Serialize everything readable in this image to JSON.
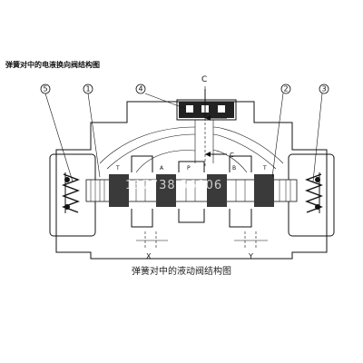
{
  "header": {
    "title": "弹簧对中的电液换向阀结构图"
  },
  "diagram": {
    "callouts": [
      "5",
      "1",
      "4",
      "2",
      "3"
    ],
    "port_labels": {
      "c_top": "C",
      "c_mid": "C",
      "t_left": "T",
      "a": "A",
      "p": "P",
      "b": "B",
      "t_right": "T",
      "x": "X",
      "y": "Y"
    },
    "watermark": "137738 56806"
  },
  "footer": {
    "caption": "弹簧对中的液动阀结构图"
  }
}
